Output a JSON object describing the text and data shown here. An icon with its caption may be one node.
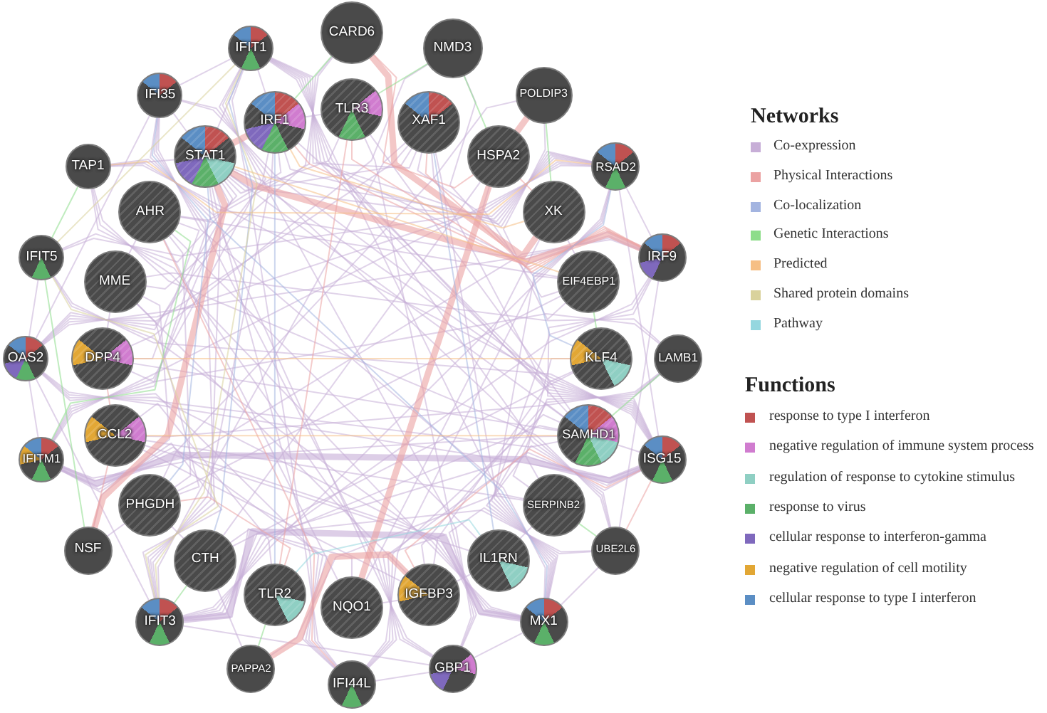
{
  "diagram": {
    "nodes": [
      {
        "text": [
          "IFIT1"
        ]
      },
      {
        "text": [
          "CARD6"
        ]
      },
      {
        "text": [
          "NMD3"
        ]
      },
      {
        "text": [
          "IFI35"
        ]
      },
      {
        "text": [
          "POLDIP3"
        ]
      },
      {
        "text": [
          "IRF1"
        ]
      },
      {
        "text": [
          "TLR3"
        ]
      },
      {
        "text": [
          "XAF1"
        ]
      },
      {
        "text": [
          "TAP1"
        ]
      },
      {
        "text": [
          "STAT1"
        ]
      },
      {
        "text": [
          "HSPA2"
        ]
      },
      {
        "text": [
          "RSAD2"
        ]
      },
      {
        "text": [
          "AHR"
        ]
      },
      {
        "text": [
          "XK"
        ]
      },
      {
        "text": [
          "IFIT5"
        ]
      },
      {
        "text": [
          "MME"
        ]
      },
      {
        "text": [
          "EIF4EBP1"
        ]
      },
      {
        "text": [
          "IRF9"
        ]
      },
      {
        "text": [
          "OAS2"
        ]
      },
      {
        "text": [
          "DPP4"
        ]
      },
      {
        "text": [
          "KLF4"
        ]
      },
      {
        "text": [
          "LAMB1"
        ]
      },
      {
        "text": [
          "IFITM1"
        ]
      },
      {
        "text": [
          "CCL2"
        ]
      },
      {
        "text": [
          "SAMHD1"
        ]
      },
      {
        "text": [
          "ISG15"
        ]
      },
      {
        "text": [
          "PHGDH"
        ]
      },
      {
        "text": [
          "SERPINB2"
        ]
      },
      {
        "text": [
          "NSF"
        ]
      },
      {
        "text": [
          "CTH"
        ]
      },
      {
        "text": [
          "IL1RN"
        ]
      },
      {
        "text": [
          "UBE2L6"
        ]
      },
      {
        "text": [
          "IFIT3"
        ]
      },
      {
        "text": [
          "TLR2"
        ]
      },
      {
        "text": [
          "NQO1"
        ]
      },
      {
        "text": [
          "IGFBP3"
        ]
      },
      {
        "text": [
          "MX1"
        ]
      },
      {
        "text": [
          "PAPPA2"
        ]
      },
      {
        "text": [
          "IFI44L"
        ]
      },
      {
        "text": [
          "GBP1"
        ]
      }
    ],
    "edges": [
      {
        "from": 0,
        "to": 3,
        "arrow": "none"
      },
      {
        "from": 0,
        "to": 5,
        "arrow": "none"
      },
      {
        "from": 0,
        "to": 9,
        "arrow": "none"
      },
      {
        "from": 0,
        "to": 11,
        "arrow": "none"
      },
      {
        "from": 0,
        "to": 17,
        "arrow": "none"
      },
      {
        "from": 0,
        "to": 18,
        "arrow": "none"
      },
      {
        "from": 0,
        "to": 22,
        "arrow": "none"
      },
      {
        "from": 0,
        "to": 25,
        "arrow": "none"
      },
      {
        "from": 0,
        "to": 36,
        "arrow": "none"
      },
      {
        "from": 0,
        "to": 38,
        "arrow": "none"
      },
      {
        "from": 0,
        "to": 31,
        "arrow": "none"
      },
      {
        "from": 0,
        "to": 24,
        "arrow": "none"
      },
      {
        "from": 3,
        "to": 9,
        "arrow": "none"
      },
      {
        "from": 3,
        "to": 11,
        "arrow": "none"
      },
      {
        "from": 3,
        "to": 18,
        "arrow": "none"
      },
      {
        "from": 3,
        "to": 25,
        "arrow": "none"
      },
      {
        "from": 3,
        "to": 32,
        "arrow": "none"
      },
      {
        "from": 3,
        "to": 36,
        "arrow": "none"
      },
      {
        "from": 3,
        "to": 22,
        "arrow": "none"
      },
      {
        "from": 3,
        "to": 39,
        "arrow": "none"
      },
      {
        "from": 5,
        "to": 11,
        "arrow": "none"
      },
      {
        "from": 5,
        "to": 25,
        "arrow": "none"
      },
      {
        "from": 5,
        "to": 32,
        "arrow": "none"
      },
      {
        "from": 5,
        "to": 39,
        "arrow": "none"
      },
      {
        "from": 5,
        "to": 8,
        "arrow": "none"
      },
      {
        "from": 8,
        "to": 9,
        "arrow": "none"
      },
      {
        "from": 8,
        "to": 25,
        "arrow": "none"
      },
      {
        "from": 8,
        "to": 36,
        "arrow": "none"
      },
      {
        "from": 8,
        "to": 31,
        "arrow": "none"
      },
      {
        "from": 8,
        "to": 39,
        "arrow": "none"
      },
      {
        "from": 8,
        "to": 17,
        "arrow": "none"
      },
      {
        "from": 9,
        "to": 11,
        "arrow": "none"
      },
      {
        "from": 9,
        "to": 14,
        "arrow": "none"
      },
      {
        "from": 9,
        "to": 18,
        "arrow": "none"
      },
      {
        "from": 9,
        "to": 22,
        "arrow": "none"
      },
      {
        "from": 9,
        "to": 24,
        "arrow": "none"
      },
      {
        "from": 9,
        "to": 25,
        "arrow": "none"
      },
      {
        "from": 9,
        "to": 31,
        "arrow": "none"
      },
      {
        "from": 9,
        "to": 32,
        "arrow": "none"
      },
      {
        "from": 9,
        "to": 38,
        "arrow": "none"
      },
      {
        "from": 9,
        "to": 39,
        "arrow": "none"
      },
      {
        "from": 11,
        "to": 14,
        "arrow": "none"
      },
      {
        "from": 11,
        "to": 18,
        "arrow": "none"
      },
      {
        "from": 11,
        "to": 22,
        "arrow": "none"
      },
      {
        "from": 11,
        "to": 25,
        "arrow": "none"
      },
      {
        "from": 11,
        "to": 32,
        "arrow": "none"
      },
      {
        "from": 11,
        "to": 36,
        "arrow": "none"
      },
      {
        "from": 11,
        "to": 38,
        "arrow": "none"
      },
      {
        "from": 11,
        "to": 17,
        "arrow": "none"
      },
      {
        "from": 14,
        "to": 18,
        "arrow": "none"
      },
      {
        "from": 14,
        "to": 25,
        "arrow": "none"
      },
      {
        "from": 14,
        "to": 36,
        "arrow": "none"
      },
      {
        "from": 17,
        "to": 18,
        "arrow": "none"
      },
      {
        "from": 17,
        "to": 22,
        "arrow": "none"
      },
      {
        "from": 17,
        "to": 25,
        "arrow": "none"
      },
      {
        "from": 17,
        "to": 32,
        "arrow": "none"
      },
      {
        "from": 17,
        "to": 36,
        "arrow": "none"
      },
      {
        "from": 17,
        "to": 31,
        "arrow": "none"
      },
      {
        "from": 18,
        "to": 22,
        "arrow": "none"
      },
      {
        "from": 18,
        "to": 25,
        "arrow": "none"
      },
      {
        "from": 18,
        "to": 32,
        "arrow": "none"
      },
      {
        "from": 18,
        "to": 36,
        "arrow": "none"
      },
      {
        "from": 18,
        "to": 38,
        "arrow": "none"
      },
      {
        "from": 18,
        "to": 24,
        "arrow": "none"
      },
      {
        "from": 22,
        "to": 32,
        "arrow": "none"
      },
      {
        "from": 22,
        "to": 36,
        "arrow": "none"
      },
      {
        "from": 22,
        "to": 38,
        "arrow": "none"
      },
      {
        "from": 22,
        "to": 24,
        "arrow": "none"
      },
      {
        "from": 24,
        "to": 25,
        "arrow": "none"
      },
      {
        "from": 24,
        "to": 32,
        "arrow": "none"
      },
      {
        "from": 24,
        "to": 36,
        "arrow": "none"
      },
      {
        "from": 24,
        "to": 38,
        "arrow": "none"
      },
      {
        "from": 25,
        "to": 32,
        "arrow": "none"
      },
      {
        "from": 25,
        "to": 36,
        "arrow": "none"
      },
      {
        "from": 25,
        "to": 38,
        "arrow": "none"
      },
      {
        "from": 31,
        "to": 32,
        "arrow": "none"
      },
      {
        "from": 31,
        "to": 36,
        "arrow": "none"
      },
      {
        "from": 31,
        "to": 39,
        "arrow": "none"
      },
      {
        "from": 32,
        "to": 38,
        "arrow": "none"
      },
      {
        "from": 32,
        "to": 39,
        "arrow": "none"
      },
      {
        "from": 36,
        "to": 38,
        "arrow": "none"
      },
      {
        "from": 36,
        "to": 39,
        "arrow": "none"
      },
      {
        "from": 38,
        "to": 39,
        "arrow": "none"
      },
      {
        "from": 7,
        "to": 0,
        "arrow": "none"
      },
      {
        "from": 7,
        "to": 9,
        "arrow": "none"
      },
      {
        "from": 7,
        "to": 11,
        "arrow": "none"
      },
      {
        "from": 7,
        "to": 25,
        "arrow": "none"
      },
      {
        "from": 7,
        "to": 32,
        "arrow": "none"
      },
      {
        "from": 7,
        "to": 36,
        "arrow": "none"
      },
      {
        "from": 7,
        "to": 18,
        "arrow": "none"
      },
      {
        "from": 22,
        "to": 25,
        "arrow": "none",
        "style": "thick"
      },
      {
        "from": 32,
        "to": 36,
        "arrow": "none",
        "style": "thick"
      },
      {
        "from": 12,
        "to": 15,
        "arrow": "none"
      },
      {
        "from": 12,
        "to": 19,
        "arrow": "none"
      },
      {
        "from": 12,
        "to": 34,
        "arrow": "none"
      },
      {
        "from": 12,
        "to": 26,
        "arrow": "none"
      },
      {
        "from": 15,
        "to": 19,
        "arrow": "none"
      },
      {
        "from": 15,
        "to": 26,
        "arrow": "none"
      },
      {
        "from": 15,
        "to": 35,
        "arrow": "none"
      },
      {
        "from": 23,
        "to": 33,
        "arrow": "none"
      },
      {
        "from": 23,
        "to": 30,
        "arrow": "none"
      },
      {
        "from": 23,
        "to": 27,
        "arrow": "none"
      },
      {
        "from": 23,
        "to": 35,
        "arrow": "none"
      },
      {
        "from": 26,
        "to": 29,
        "arrow": "none"
      },
      {
        "from": 29,
        "to": 34,
        "arrow": "none"
      },
      {
        "from": 6,
        "to": 5,
        "arrow": "none"
      },
      {
        "from": 6,
        "to": 9,
        "arrow": "none"
      },
      {
        "from": 6,
        "to": 24,
        "arrow": "none"
      },
      {
        "from": 6,
        "to": 39,
        "arrow": "none"
      },
      {
        "from": 10,
        "to": 16,
        "arrow": "none"
      },
      {
        "from": 13,
        "to": 16,
        "arrow": "none"
      },
      {
        "from": 20,
        "to": 27,
        "arrow": "none"
      },
      {
        "from": 20,
        "to": 35,
        "arrow": "none"
      },
      {
        "from": 21,
        "to": 27,
        "arrow": "none"
      },
      {
        "from": 21,
        "to": 35,
        "arrow": "none"
      },
      {
        "from": 21,
        "to": 23,
        "arrow": "none"
      },
      {
        "from": 27,
        "to": 30,
        "arrow": "none"
      },
      {
        "from": 30,
        "to": 35,
        "arrow": "none"
      },
      {
        "from": 34,
        "to": 35,
        "arrow": "none"
      },
      {
        "from": 2,
        "to": 16,
        "arrow": "none"
      },
      {
        "from": 4,
        "to": 16,
        "arrow": "none"
      },
      {
        "from": 1,
        "to": 12,
        "arrow": "none"
      },
      {
        "from": 28,
        "to": 15,
        "arrow": "none"
      },
      {
        "from": 37,
        "to": 27,
        "arrow": "none"
      },
      {
        "from": 26,
        "to": 16,
        "arrow": "none"
      },
      {
        "from": 29,
        "to": 20,
        "arrow": "none"
      },
      {
        "from": 13,
        "to": 34,
        "arrow": "none"
      },
      {
        "from": 12,
        "to": 16,
        "arrow": "none"
      },
      {
        "from": 19,
        "to": 21,
        "arrow": "none"
      },
      {
        "from": 15,
        "to": 21,
        "arrow": "none"
      },
      {
        "from": 28,
        "to": 26,
        "arrow": "none"
      },
      {
        "from": 37,
        "to": 29,
        "arrow": "none"
      },
      {
        "from": 1,
        "to": 15,
        "arrow": "none"
      },
      {
        "from": 2,
        "to": 19,
        "arrow": "none"
      },
      {
        "from": 4,
        "to": 26,
        "arrow": "none"
      },
      {
        "from": 10,
        "to": 29,
        "arrow": "none"
      },
      {
        "from": 19,
        "to": 24,
        "arrow": "none"
      },
      {
        "from": 12,
        "to": 30,
        "arrow": "none"
      },
      {
        "from": 9,
        "to": 5,
        "arrow": "none",
        "style": "thick",
        "color": "#eba2a2"
      },
      {
        "from": 9,
        "to": 17,
        "arrow": "none",
        "style": "thick",
        "color": "#eba2a2"
      },
      {
        "from": 1,
        "to": 13,
        "arrow": "none",
        "style": "thick",
        "color": "#eba2a2"
      },
      {
        "from": 4,
        "to": 10,
        "arrow": "none",
        "style": "thick",
        "color": "#eba2a2"
      },
      {
        "from": 10,
        "to": 34,
        "arrow": "none",
        "style": "thick",
        "color": "#eba2a2"
      },
      {
        "from": 9,
        "to": 28,
        "arrow": "none",
        "style": "thick",
        "color": "#eba2a2"
      },
      {
        "from": 37,
        "to": 35,
        "arrow": "none",
        "style": "thick",
        "color": "#eba2a2"
      },
      {
        "from": 35,
        "to": 25,
        "arrow": "none",
        "color": "#eba2a2"
      },
      {
        "from": 19,
        "to": 23,
        "arrow": "none",
        "color": "#eba2a2"
      },
      {
        "from": 6,
        "to": 17,
        "arrow": "none",
        "color": "#eba2a2"
      },
      {
        "from": 25,
        "to": 31,
        "arrow": "none",
        "color": "#eba2a2"
      },
      {
        "from": 10,
        "to": 13,
        "arrow": "none",
        "color": "#eba2a2"
      },
      {
        "from": 6,
        "to": 33,
        "arrow": "none",
        "color": "#eba2a2"
      },
      {
        "from": 5,
        "to": 17,
        "arrow": "none",
        "color": "#eba2a2"
      },
      {
        "from": 23,
        "to": 28,
        "arrow": "none",
        "color": "#eba2a2"
      },
      {
        "from": 26,
        "to": 33,
        "arrow": "none",
        "color": "#eba2a2"
      },
      {
        "from": 12,
        "to": 38,
        "arrow": "none",
        "color": "#eba2a2"
      },
      {
        "from": 7,
        "to": 17,
        "arrow": "none",
        "color": "#eba2a2"
      },
      {
        "from": 1,
        "to": 10,
        "arrow": "none",
        "color": "#eba2a2"
      },
      {
        "from": 4,
        "to": 13,
        "arrow": "none",
        "color": "#8ddd8a"
      },
      {
        "from": 2,
        "to": 6,
        "arrow": "none",
        "color": "#8ddd8a"
      },
      {
        "from": 1,
        "to": 5,
        "arrow": "none",
        "color": "#8ddd8a"
      },
      {
        "from": 14,
        "to": 28,
        "arrow": "none",
        "color": "#8ddd8a"
      },
      {
        "from": 8,
        "to": 14,
        "arrow": "none",
        "color": "#8ddd8a"
      },
      {
        "from": 16,
        "to": 20,
        "arrow": "none",
        "color": "#8ddd8a"
      },
      {
        "from": 21,
        "to": 24,
        "arrow": "none",
        "color": "#8ddd8a"
      },
      {
        "from": 27,
        "to": 31,
        "arrow": "none",
        "color": "#8ddd8a"
      },
      {
        "from": 33,
        "to": 37,
        "arrow": "none",
        "color": "#8ddd8a"
      },
      {
        "from": 29,
        "to": 32,
        "arrow": "none",
        "color": "#8ddd8a"
      },
      {
        "from": 2,
        "to": 10,
        "arrow": "none",
        "color": "#8ddd8a"
      },
      {
        "from": 12,
        "to": 22,
        "arrow": "none",
        "color": "#8ddd8a"
      },
      {
        "from": 9,
        "to": 36,
        "arrow": "none",
        "color": "#a3b4e0"
      },
      {
        "from": 0,
        "to": 29,
        "arrow": "none",
        "color": "#a3b4e0"
      },
      {
        "from": 5,
        "to": 33,
        "arrow": "none",
        "color": "#a3b4e0"
      },
      {
        "from": 11,
        "to": 20,
        "arrow": "none",
        "color": "#a3b4e0"
      },
      {
        "from": 3,
        "to": 26,
        "arrow": "none",
        "color": "#a3b4e0"
      },
      {
        "from": 7,
        "to": 30,
        "arrow": "none",
        "color": "#a3b4e0"
      },
      {
        "from": 8,
        "to": 11,
        "arrow": "none",
        "color": "#f6bf85"
      },
      {
        "from": 23,
        "to": 24,
        "arrow": "none",
        "color": "#f6bf85"
      },
      {
        "from": 5,
        "to": 13,
        "arrow": "none",
        "color": "#f6bf85"
      },
      {
        "from": 9,
        "to": 16,
        "arrow": "none",
        "color": "#f6bf85"
      },
      {
        "from": 19,
        "to": 20,
        "arrow": "none",
        "color": "#f6bf85"
      },
      {
        "from": 30,
        "to": 33,
        "arrow": "none",
        "color": "#95d7df"
      },
      {
        "from": 0,
        "to": 32,
        "arrow": "none",
        "color": "#d9d29c"
      },
      {
        "from": 0,
        "to": 14,
        "arrow": "none",
        "color": "#d9d29c"
      },
      {
        "from": 14,
        "to": 32,
        "arrow": "none",
        "color": "#d9d29c"
      }
    ],
    "labels": [
      "Networks",
      "Functions"
    ],
    "legend": [
      {
        "text": "Co-expression",
        "color": "#c7aed7"
      },
      {
        "text": "Physical Interactions",
        "color": "#eba2a2"
      },
      {
        "text": "Co-localization",
        "color": "#a3b4e0"
      },
      {
        "text": "Genetic Interactions",
        "color": "#8ddd8a"
      },
      {
        "text": "Predicted",
        "color": "#f6bf85"
      },
      {
        "text": "Shared protein domains",
        "color": "#d9d29c"
      },
      {
        "text": "Pathway",
        "color": "#95d7df"
      },
      {
        "text": "response to type I interferon",
        "color": "#c05251"
      },
      {
        "text": "negative regulation of immune system process",
        "color": "#d07ccf"
      },
      {
        "text": "regulation of response to cytokine stimulus",
        "color": "#8fcfc3"
      },
      {
        "text": "response to virus",
        "color": "#5bb069"
      },
      {
        "text": "cellular response to interferon-gamma",
        "color": "#7f69bd"
      },
      {
        "text": "negative regulation of cell motility",
        "color": "#e2a735"
      },
      {
        "text": "cellular response to type I interferon",
        "color": "#5b8ec4"
      }
    ]
  }
}
